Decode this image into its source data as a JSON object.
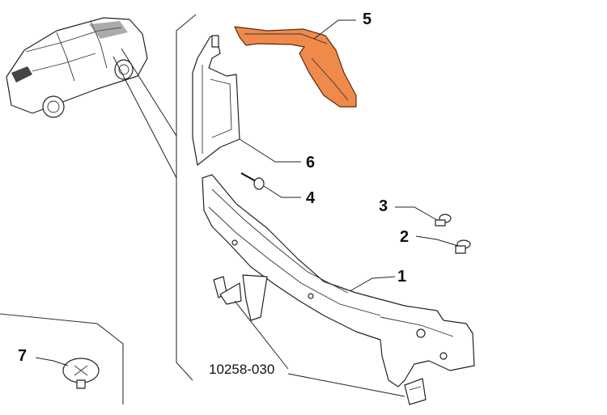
{
  "diagram": {
    "reference_code": "10258-030",
    "highlight_color": "#f08a4b",
    "callouts": [
      {
        "id": "1",
        "label": "1"
      },
      {
        "id": "2",
        "label": "2"
      },
      {
        "id": "3",
        "label": "3"
      },
      {
        "id": "4",
        "label": "4"
      },
      {
        "id": "5",
        "label": "5"
      },
      {
        "id": "6",
        "label": "6"
      },
      {
        "id": "7",
        "label": "7"
      }
    ]
  }
}
